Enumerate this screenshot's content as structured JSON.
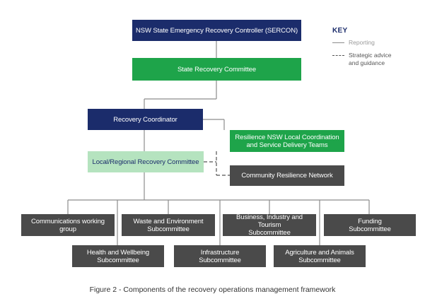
{
  "diagram": {
    "boxes": {
      "sercon": "NSW State Emergency Recovery Controller (SERCON)",
      "state_recovery_committee": "State Recovery Committee",
      "recovery_coordinator": "Recovery Coordinator",
      "resilience_nsw": "Resilience NSW Local Coordination\nand Service Delivery Teams",
      "local_regional_committee": "Local/Regional Recovery Committee",
      "community_resilience_network": "Community Resilience Network",
      "communications_group": "Communications working group",
      "waste_environment": "Waste and Environment\nSubcommittee",
      "business_industry_tourism": "Business, Industry and Tourism\nSubcommittee",
      "funding": "Funding\nSubcommittee",
      "health_wellbeing": "Health and Wellbeing\nSubcommittee",
      "infrastructure": "Infrastructure\nSubcommittee",
      "agriculture_animals": "Agriculture and Animals\nSubcommittee"
    },
    "colors": {
      "navy": "#1b2c6b",
      "green": "#1ea44a",
      "light_green": "#b5e3bf",
      "grey": "#4a4a4a"
    }
  },
  "key": {
    "title": "KEY",
    "reporting": "Reporting",
    "strategic": "Strategic advice\nand guidance"
  },
  "caption": "Figure 2 - Components of the recovery operations management framework"
}
